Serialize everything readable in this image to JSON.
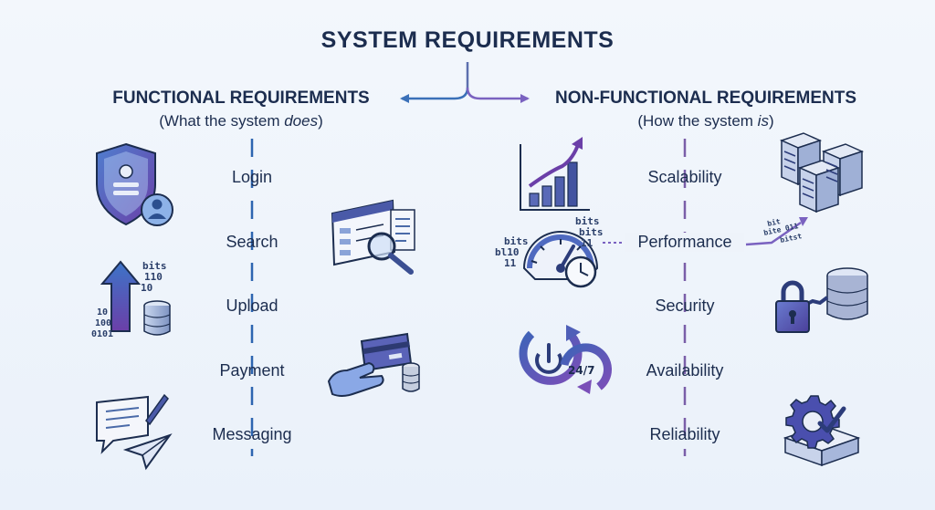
{
  "title": "SYSTEM REQUIREMENTS",
  "functional": {
    "heading": "FUNCTIONAL REQUIREMENTS",
    "sub_prefix": "(What the system ",
    "sub_emph": "does",
    "sub_suffix": ")",
    "items": [
      "Login",
      "Search",
      "Upload",
      "Payment",
      "Messaging"
    ]
  },
  "non_functional": {
    "heading": "NON-FUNCTIONAL REQUIREMENTS",
    "sub_prefix": "(How the system ",
    "sub_emph": "is",
    "sub_suffix": ")",
    "items": [
      "Scalability",
      "Performance",
      "Security",
      "Availability",
      "Reliability"
    ]
  },
  "icon_text": {
    "upload_bits": [
      "bits",
      "110",
      "10"
    ],
    "upload_binary": [
      "10",
      "100",
      "0101"
    ],
    "gauge_bits": [
      "bits",
      "bits",
      "bl10",
      "11",
      "11"
    ],
    "server_bits": [
      "bit",
      "bite 011",
      "bitst"
    ],
    "availability": "24/7"
  },
  "icons": {
    "login": "shield-user-icon",
    "upload": "upload-database-icon",
    "messaging": "message-send-icon",
    "search": "browser-search-icon",
    "payment": "card-payment-icon",
    "scalability": "growth-chart-icon",
    "performance": "speedometer-icon",
    "availability": "power-cycle-icon",
    "servers": "server-rack-icon",
    "security": "lock-database-icon",
    "reliability": "gear-check-icon"
  },
  "colors": {
    "navy": "#1c2d4f",
    "blue_arrow": "#3a70b8",
    "purple_arrow": "#7a62c0",
    "func_line": "#2d65b0",
    "nonfunc_line": "#7a5ea8"
  }
}
